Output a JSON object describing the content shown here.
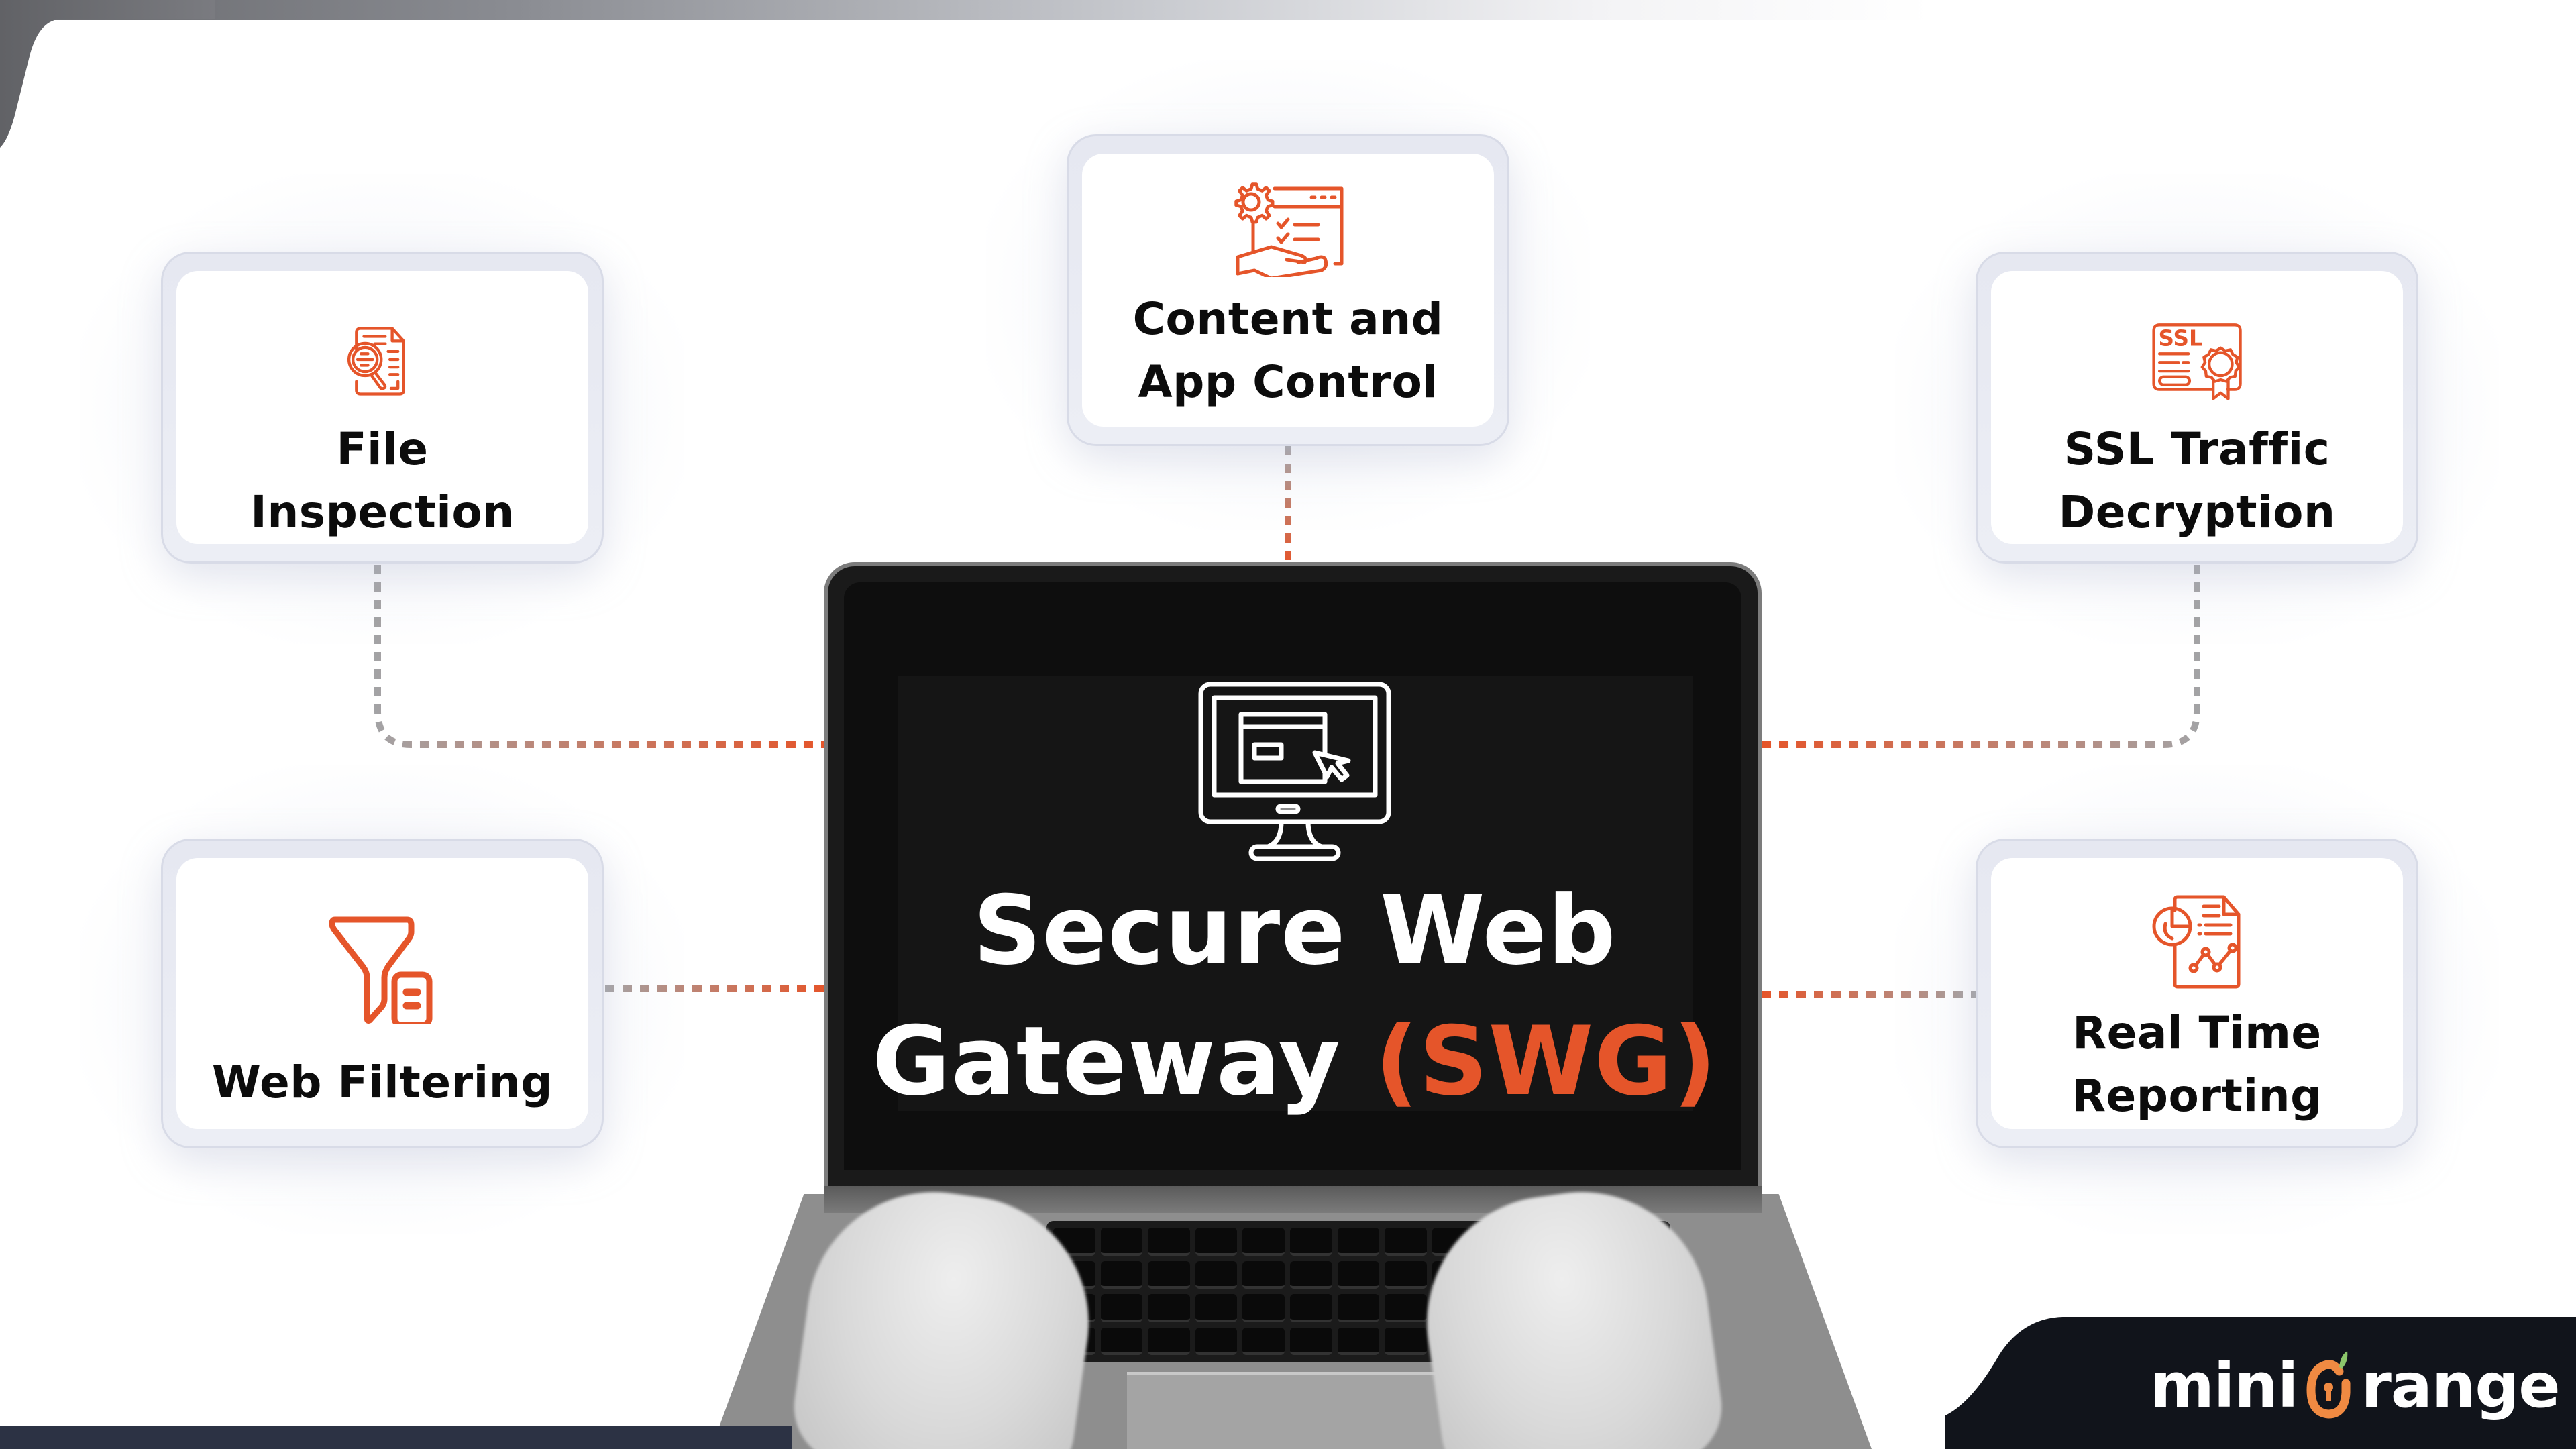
{
  "hero": {
    "title_line1": "Secure Web",
    "title_line2_main": "Gateway",
    "title_line2_accent": "(SWG)",
    "icon": "monitor-cursor-icon"
  },
  "cards": [
    {
      "id": "file-inspection",
      "line1": "File",
      "line2": "Inspection",
      "icon": "document-magnifier-icon"
    },
    {
      "id": "content-app-control",
      "line1": "Content and",
      "line2": "App Control",
      "icon": "gear-checklist-hand-icon"
    },
    {
      "id": "ssl-traffic-decryption",
      "line1": "SSL Traffic",
      "line2": "Decryption",
      "icon": "ssl-certificate-icon"
    },
    {
      "id": "web-filtering",
      "line1": "Web Filtering",
      "line2": "",
      "icon": "funnel-filter-icon"
    },
    {
      "id": "real-time-reporting",
      "line1": "Real Time",
      "line2": "Reporting",
      "icon": "report-chart-icon"
    }
  ],
  "brand": {
    "name_prefix": "mini",
    "name_suffix": "range",
    "logo_icon": "orange-keyhole-icon"
  },
  "colors": {
    "accent": "#e5552a",
    "connector_gray": "#a3a3a5",
    "card_frame": "#e6e8f1",
    "footer_navy": "#2c3244",
    "logo_panel": "#11141b",
    "logo_orange": "#f08a42",
    "logo_leaf": "#8cc66b"
  }
}
